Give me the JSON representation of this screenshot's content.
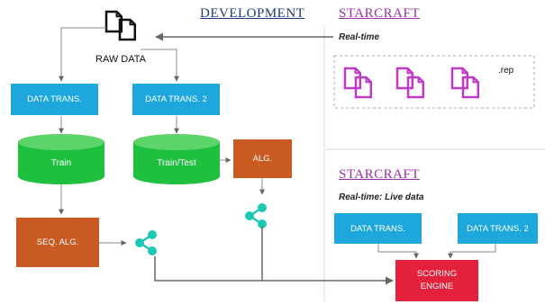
{
  "development": {
    "heading": "DEVELOPMENT",
    "raw_data": "RAW DATA",
    "data_trans_1": "DATA TRANS.",
    "data_trans_2": "DATA TRANS. 2",
    "train": "Train",
    "train_test": "Train/Test",
    "alg": "ALG.",
    "seq_alg": "SEQ. ALG."
  },
  "starcraft_top": {
    "heading": "STARCRAFT",
    "subtitle": "Real-time",
    "file_ext": ".rep"
  },
  "starcraft_bottom": {
    "heading": "STARCRAFT",
    "subtitle": "Real-time: Live data",
    "data_trans_1": "DATA TRANS.",
    "data_trans_2": "DATA TRANS. 2",
    "scoring_engine": "SCORING ENGINE"
  },
  "colors": {
    "blue_box": "#1ea7dc",
    "green_db": "#1fbf3f",
    "orange_box": "#c85a22",
    "red_box": "#e3213b",
    "heading_dev": "#1f3a7a",
    "heading_starcraft": "#9b2fa8",
    "file_icon": "#c03ac7",
    "share_icon": "#1ec6b4"
  },
  "icons": [
    "raw-data-documents-icon",
    "replay-file-icon",
    "share-network-icon"
  ]
}
